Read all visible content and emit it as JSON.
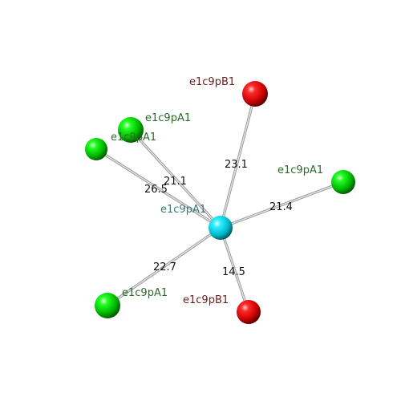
{
  "colors": {
    "sphere_green": "#00cc00",
    "sphere_red": "#dd0000",
    "sphere_cyan": "#00d8e8",
    "label_green": "#2d6a2d",
    "label_red": "#6b1f1f",
    "label_center": "#3a7a7a",
    "edge": "#b8b8b8"
  },
  "nodes": [
    {
      "id": "center",
      "label": "e1c9pA1",
      "color": "cyan",
      "label_color": "center"
    },
    {
      "id": "top_red",
      "label": "e1c9pB1",
      "color": "red",
      "label_color": "red"
    },
    {
      "id": "upper_left_green",
      "label": "e1c9pA1",
      "color": "green",
      "label_color": "green"
    },
    {
      "id": "left_green",
      "label": "e1c9pA1",
      "color": "green",
      "label_color": "green"
    },
    {
      "id": "right_green",
      "label": "e1c9pA1",
      "color": "green",
      "label_color": "green"
    },
    {
      "id": "lower_left_green",
      "label": "e1c9pA1",
      "color": "green",
      "label_color": "green"
    },
    {
      "id": "lower_red",
      "label": "e1c9pB1",
      "color": "red",
      "label_color": "red"
    }
  ],
  "edges": [
    {
      "from": "center",
      "to": "top_red",
      "label": "23.1"
    },
    {
      "from": "center",
      "to": "upper_left_green",
      "label": "21.1"
    },
    {
      "from": "center",
      "to": "left_green",
      "label": "26.5"
    },
    {
      "from": "center",
      "to": "right_green",
      "label": "21.4"
    },
    {
      "from": "center",
      "to": "lower_left_green",
      "label": "22.7"
    },
    {
      "from": "center",
      "to": "lower_red",
      "label": "14.5"
    }
  ]
}
